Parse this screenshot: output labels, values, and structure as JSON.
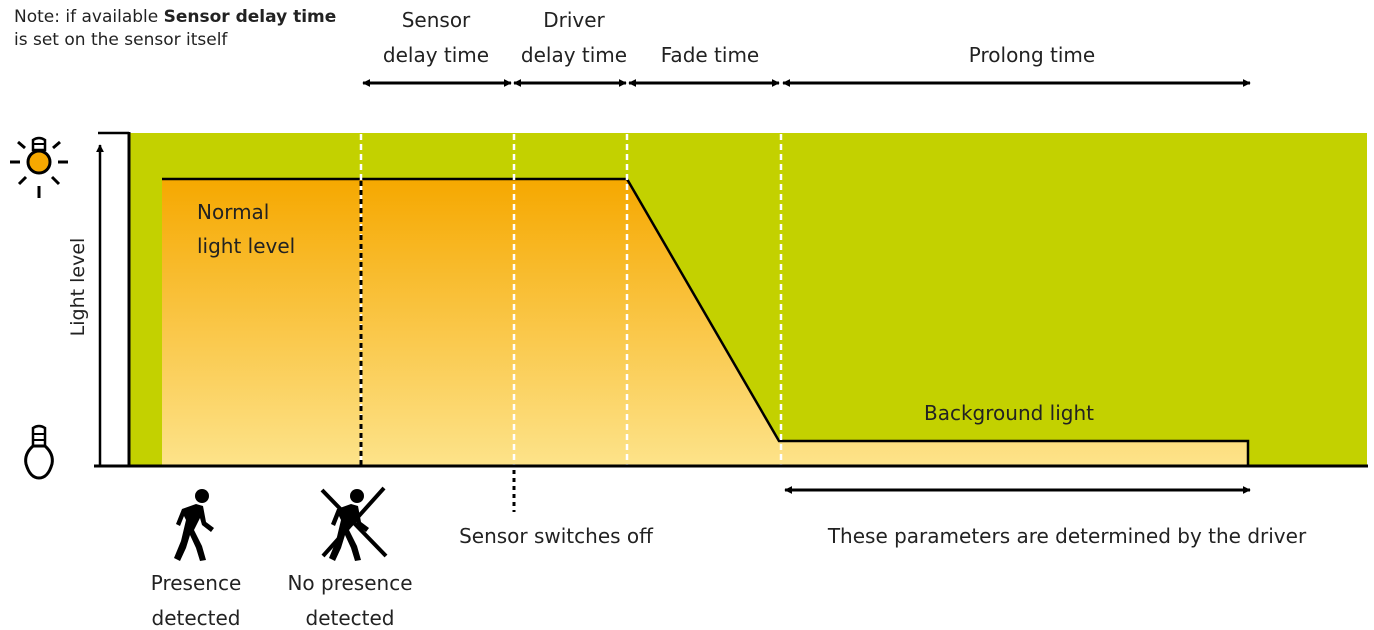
{
  "note": {
    "prefix": "Note: if available ",
    "bold": "Sensor delay time",
    "line2": "is set on the sensor itself"
  },
  "phases": {
    "sensor_delay": [
      "Sensor",
      "delay time"
    ],
    "driver_delay": [
      "Driver",
      "delay time"
    ],
    "fade": "Fade time",
    "prolong": "Prolong time"
  },
  "axis": {
    "y_label": "Light level"
  },
  "labels": {
    "normal_light": [
      "Normal",
      "light level"
    ],
    "background_light": "Background light",
    "sensor_switches_off": "Sensor switches off",
    "driver_params": "These parameters are determined by the driver",
    "presence": [
      "Presence",
      "detected"
    ],
    "no_presence": [
      "No presence",
      "detected"
    ]
  },
  "icons": {
    "bulb_on": "light-bulb-on-icon",
    "bulb_off": "light-bulb-off-icon",
    "walker": "walking-person-icon",
    "walker_crossed": "crossed-out-walking-person-icon"
  },
  "colors": {
    "background_green": "#c3d100",
    "light_orange": "#f6a800",
    "light_pale": "#fde38a",
    "bulb_yellow": "#f6a800",
    "line": "#000000"
  }
}
